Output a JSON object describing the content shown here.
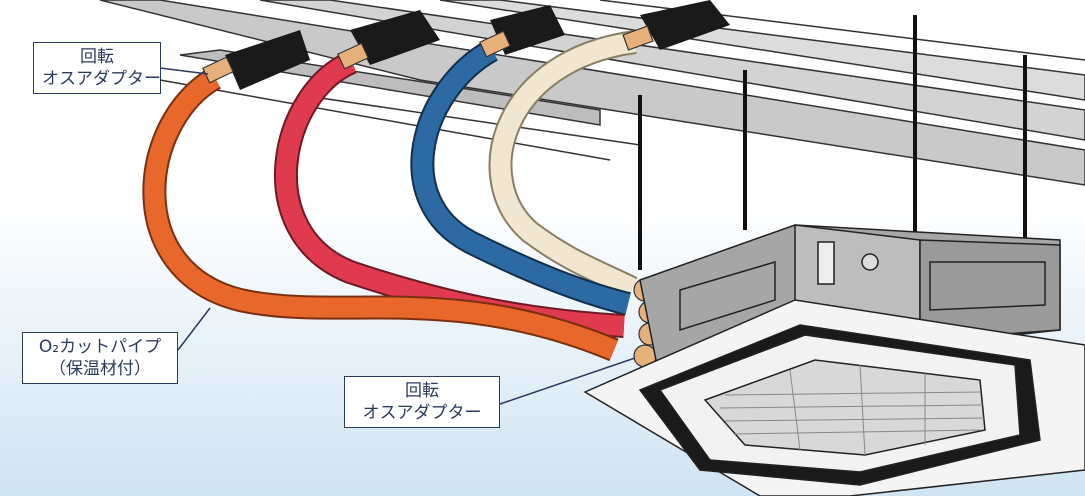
{
  "labels": {
    "top_adapter": {
      "line1": "回転",
      "line2": "オスアダプター"
    },
    "pipe": {
      "line1": "O₂カットパイプ",
      "line2": "（保温材付）"
    },
    "bottom_adapter": {
      "line1": "回転",
      "line2": "オスアダプター"
    }
  },
  "colors": {
    "pipe_orange": "#e8672a",
    "pipe_red": "#e03a4e",
    "pipe_blue": "#2d6aa3",
    "pipe_cream": "#f1e6cf",
    "label_border": "#2b3b5c"
  }
}
